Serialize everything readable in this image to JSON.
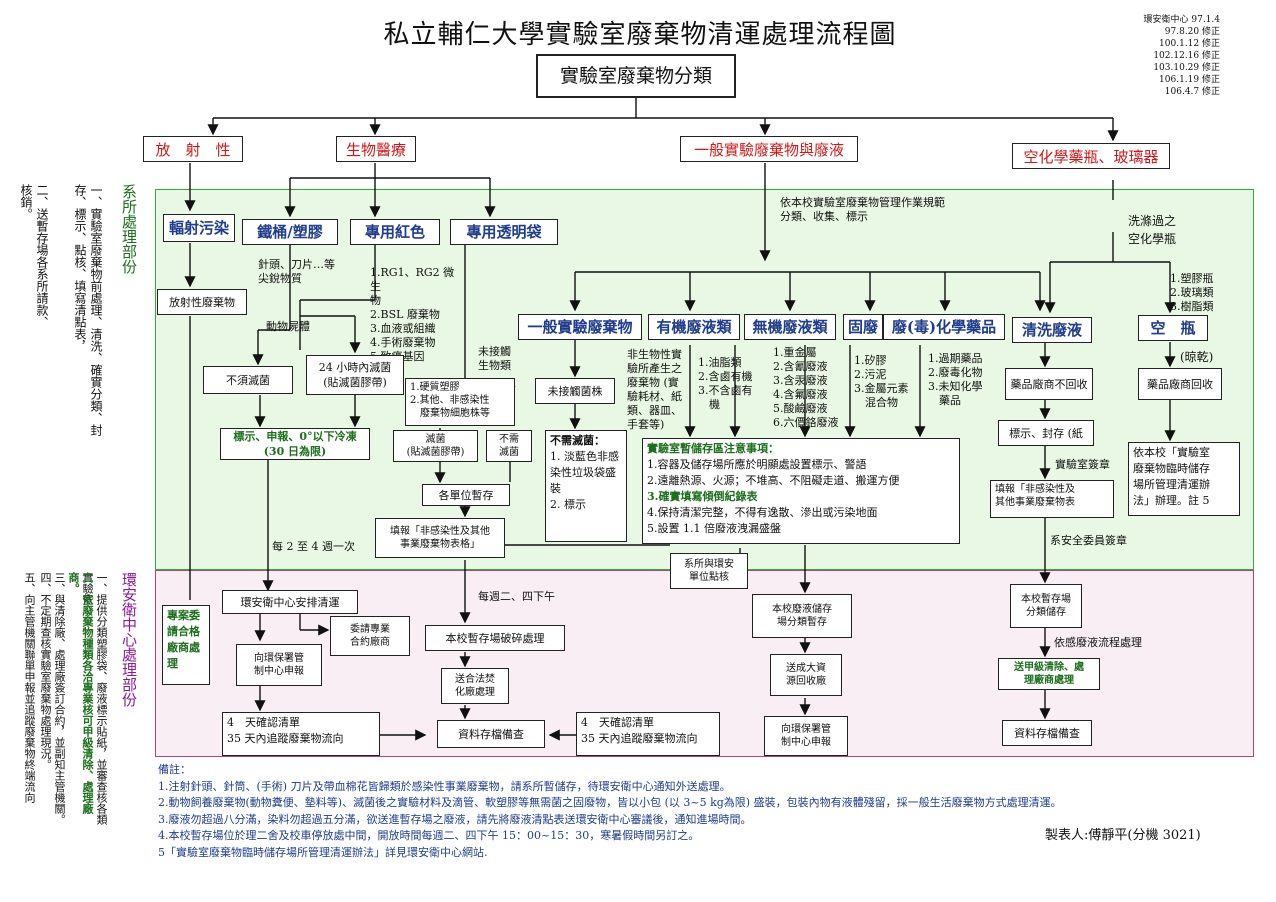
{
  "title": "私立輔仁大學實驗室廢棄物清運處理流程圖",
  "revisions": [
    "環安衛中心 97.1.4",
    "97.8.20 修正",
    "100.1.12 修正",
    "102.12.16 修正",
    "103.10.29 修正",
    "106.1.19 修正",
    "106.4.7 修正"
  ],
  "root": "實驗室廢棄物分類",
  "categories": {
    "radioactive": "放　射　性",
    "biomedical": "生物醫療",
    "general": "一般實驗廢棄物與廢液",
    "bottles": "空化學藥瓶、玻璃器"
  },
  "dept_section": {
    "title": "系所處理部份",
    "items": [
      "一、實驗室廢棄物前處理、清洗、確實分類、封存、標示、點核、填寫清點表，",
      "二、送暫存場各系所請款、核銷。"
    ]
  },
  "ehs_section": {
    "title": "環安衛中心處理部份",
    "items": [
      "一、提供分類塑膠袋、廢液標示貼紙，並審查核各類實驗室廢棄物。",
      "二、依廢棄物種類各洽專業核可甲級清除、處理廠商。",
      "三、與清除廠、處理廠簽訂合約，並副知主管機關。",
      "四、不定期查核實驗室廢棄物處理現況。",
      "五、向主管機關聯單申報並追蹤廢棄物終端流向"
    ]
  },
  "nodes": {
    "radiation": "輻射污染",
    "iron": "鐵桶/塑膠",
    "red": "專用紅色",
    "clear": "專用透明袋",
    "radwaste": "放射性廢棄物",
    "sharps": "針頭、刀片…等\n尖銳物質",
    "animal": "動物屍體",
    "red_list": "1.RG1、RG2 微生\n物\n2.BSL 廢棄物\n3.血液或組織\n4.手術廢棄物\n5.致癌基因",
    "no_sterile": "不須滅菌",
    "sterile24": "24 小時內滅菌\n(貼滅菌膠帶)",
    "freeze": "標示、申報、0°以下冷凍(30 日為限)",
    "uncontact_bio": "未接觸\n生物類",
    "clear_list": "1.硬質塑膠\n2.其他、非感染性\n　廢棄物細胞株等",
    "sterilize": "滅菌\n(貼滅菌膠帶)",
    "no_need": "不需\n滅菌",
    "unit_store": "各單位暫存",
    "form": "填報「非感染性及其他\n事業廢棄物表格」",
    "policy": "依本校實驗室廢棄物管理作業規範\n分類、收集、標示",
    "wash_empty": "洗滌過之\n空化學瓶",
    "general_lab": "一般實驗廢棄物",
    "organic": "有機廢液類",
    "inorganic": "無機廢液類",
    "solid": "固廢",
    "toxic": "廢(毒)化學藥品",
    "wash_liquid": "清洗廢液",
    "empty": "空　瓶",
    "nonbio_desc": "非生物性實\n驗所產生之\n廢棄物 (實\n驗耗材、紙\n類、器皿、\n手套等)",
    "organic_list": "1.油脂類\n2.含鹵有機\n3.不含鹵有\n　機",
    "inorganic_list": "1.重金屬\n2.含氰廢液\n3.含汞廢液\n4.含氟廢液\n5.酸鹼廢液\n6.六價鉻廢液",
    "solid_list": "1.矽膠\n2.污泥\n3.金屬元素\n　混合物",
    "toxic_list": "1.過期藥品\n2.廢毒化物\n3.未知化學\n　藥品",
    "bottle_list": "1.塑膠瓶\n2.玻璃類\n3.樹脂類",
    "air_dry": "(晾乾)",
    "uncontact_fungi": "未接觸菌株",
    "no_sterile_note_title": "不需滅菌：",
    "no_sterile_note": [
      "1. 淡藍色非感染性垃圾袋盛裝",
      "2. 標示"
    ],
    "vendor_no": "藥品廠商不回收",
    "vendor_yes": "藥品廠商回收",
    "label_seal": "標示、封存 (紙",
    "lab_sign": "實驗室簽章",
    "report_form": "填報「非感染性及\n其他事業廢棄物表",
    "temp_rules": "依本校「實驗室\n廢棄物臨時儲存\n場所管理清運辦\n法」辦理。註 5",
    "notice_title": "實驗室暫儲存區注意事項：",
    "notice_items": [
      "1.容器及儲存場所應於明顯處設置標示、警語",
      "2.遠離熱源、火源；不堆高、不阻礙走道、搬運方便",
      "3.確實填寫傾倒紀錄表",
      "4.保持清潔完整，不得有逸散、滲出或污染地面",
      "5.設置 1.1 倍廢液洩漏盛盤"
    ],
    "dept_check": "系所與環安\n單位點核",
    "safety_sign": "系安全委員簽章",
    "every_2_4": "每 2 至 4 週一次",
    "tue_thu": "每週二、四下午",
    "ehs_arrange": "環安衛中心安排清運",
    "special_vendor": "專案委\n請合格\n廠商處\n理",
    "contract": "委請專業\n合約廠商",
    "report_epa": "向環保署管\n制中心申報",
    "crusher": "本校暫存場破碎處理",
    "incinerate": "送合法焚\n化廠處理",
    "confirm4": "4　天確認清單\n35 天內追蹤廢棄物流向",
    "records": "資料存檔備查",
    "confirm4b": "4　天確認清單\n35 天內追蹤廢棄物流向",
    "liquid_store": "本校廢液儲存\n場分類暫存",
    "resource": "送成大資\n源回收廠",
    "report_epa2": "向環保署管\n制中心申報",
    "chem_store": "本校暫存場\n分類儲存",
    "by_liquid": "依感廢液流程處理",
    "send_a": "送甲級清除、處\n理廠商處理",
    "records2": "資料存檔備查"
  },
  "notes_title": "備註：",
  "notes": [
    "1.注射針頭、針筒、(手術) 刀片及帶血棉花皆歸類於感染性事業廢棄物，請系所暫儲存，待環安衛中心通知外送處理。",
    "2.動物飼養廢棄物(動物糞便、墊料等)、滅菌後之實驗材料及滴管、軟塑膠等無需菌之固廢物，皆以小包 (以 3~5 kg為限) 盛裝，包裝內物有液體殘留，採一般生活廢棄物方式處理清運。",
    "3.廢液勿超過八分滿，染料勿超過五分滿，欲送進暫存場之廢液，請先將廢液清點表送環安衛中心審議後，通知進場時間。",
    "4.本校暫存場位於理二舍及校車停放處中間，開放時間每週二、四下午 15：00~15：30，寒暑假時間另訂之。",
    "5「實驗室廢棄物臨時儲存場所管理清運辦法」詳見環安衛中心網站."
  ],
  "maker": "製表人:傅靜平(分機 3021)",
  "colors": {
    "dept_bg": "#e9f8e4",
    "dept_border": "#2fae3a",
    "ehs_bg": "#f8eef4",
    "ehs_border": "#b0457a",
    "category": "#d01818",
    "title_blue": "#1f3d8a"
  }
}
